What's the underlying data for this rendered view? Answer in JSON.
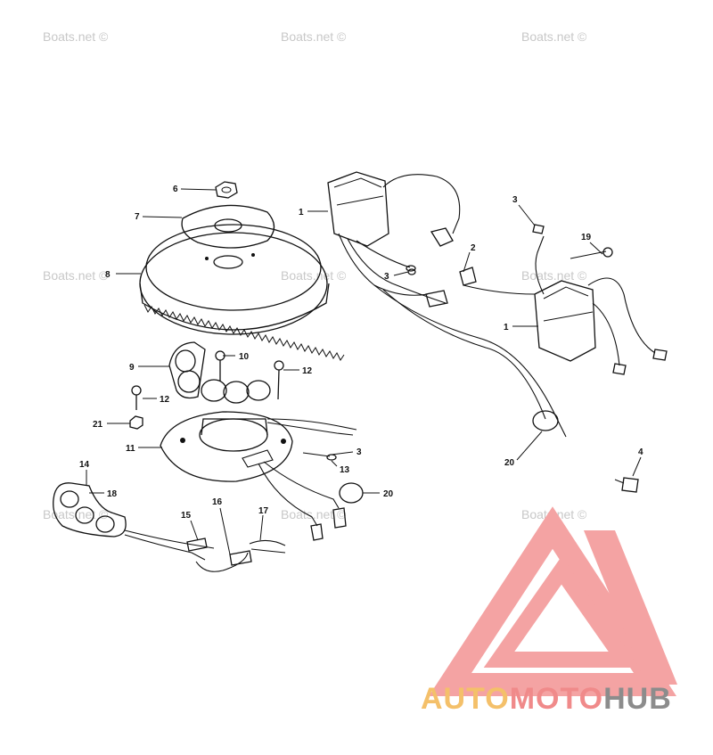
{
  "watermark_text": "Boats.net ©",
  "logo": {
    "part1": "AUTO",
    "part2": "MOTO",
    "part3": "HUB",
    "colors": {
      "auto": "#f4c06a",
      "moto": "#f08a8a",
      "hub": "#8c8c8c",
      "triangle": "#f4a3a3"
    }
  },
  "callouts": {
    "c1a": "1",
    "c1b": "1",
    "c2": "2",
    "c3a": "3",
    "c3b": "3",
    "c3c": "3",
    "c4": "4",
    "c6": "6",
    "c7": "7",
    "c8": "8",
    "c9": "9",
    "c10": "10",
    "c11": "11",
    "c12a": "12",
    "c12b": "12",
    "c13": "13",
    "c14": "14",
    "c15": "15",
    "c16": "16",
    "c17": "17",
    "c18": "18",
    "c19": "19",
    "c20a": "20",
    "c20b": "20",
    "c21": "21"
  }
}
